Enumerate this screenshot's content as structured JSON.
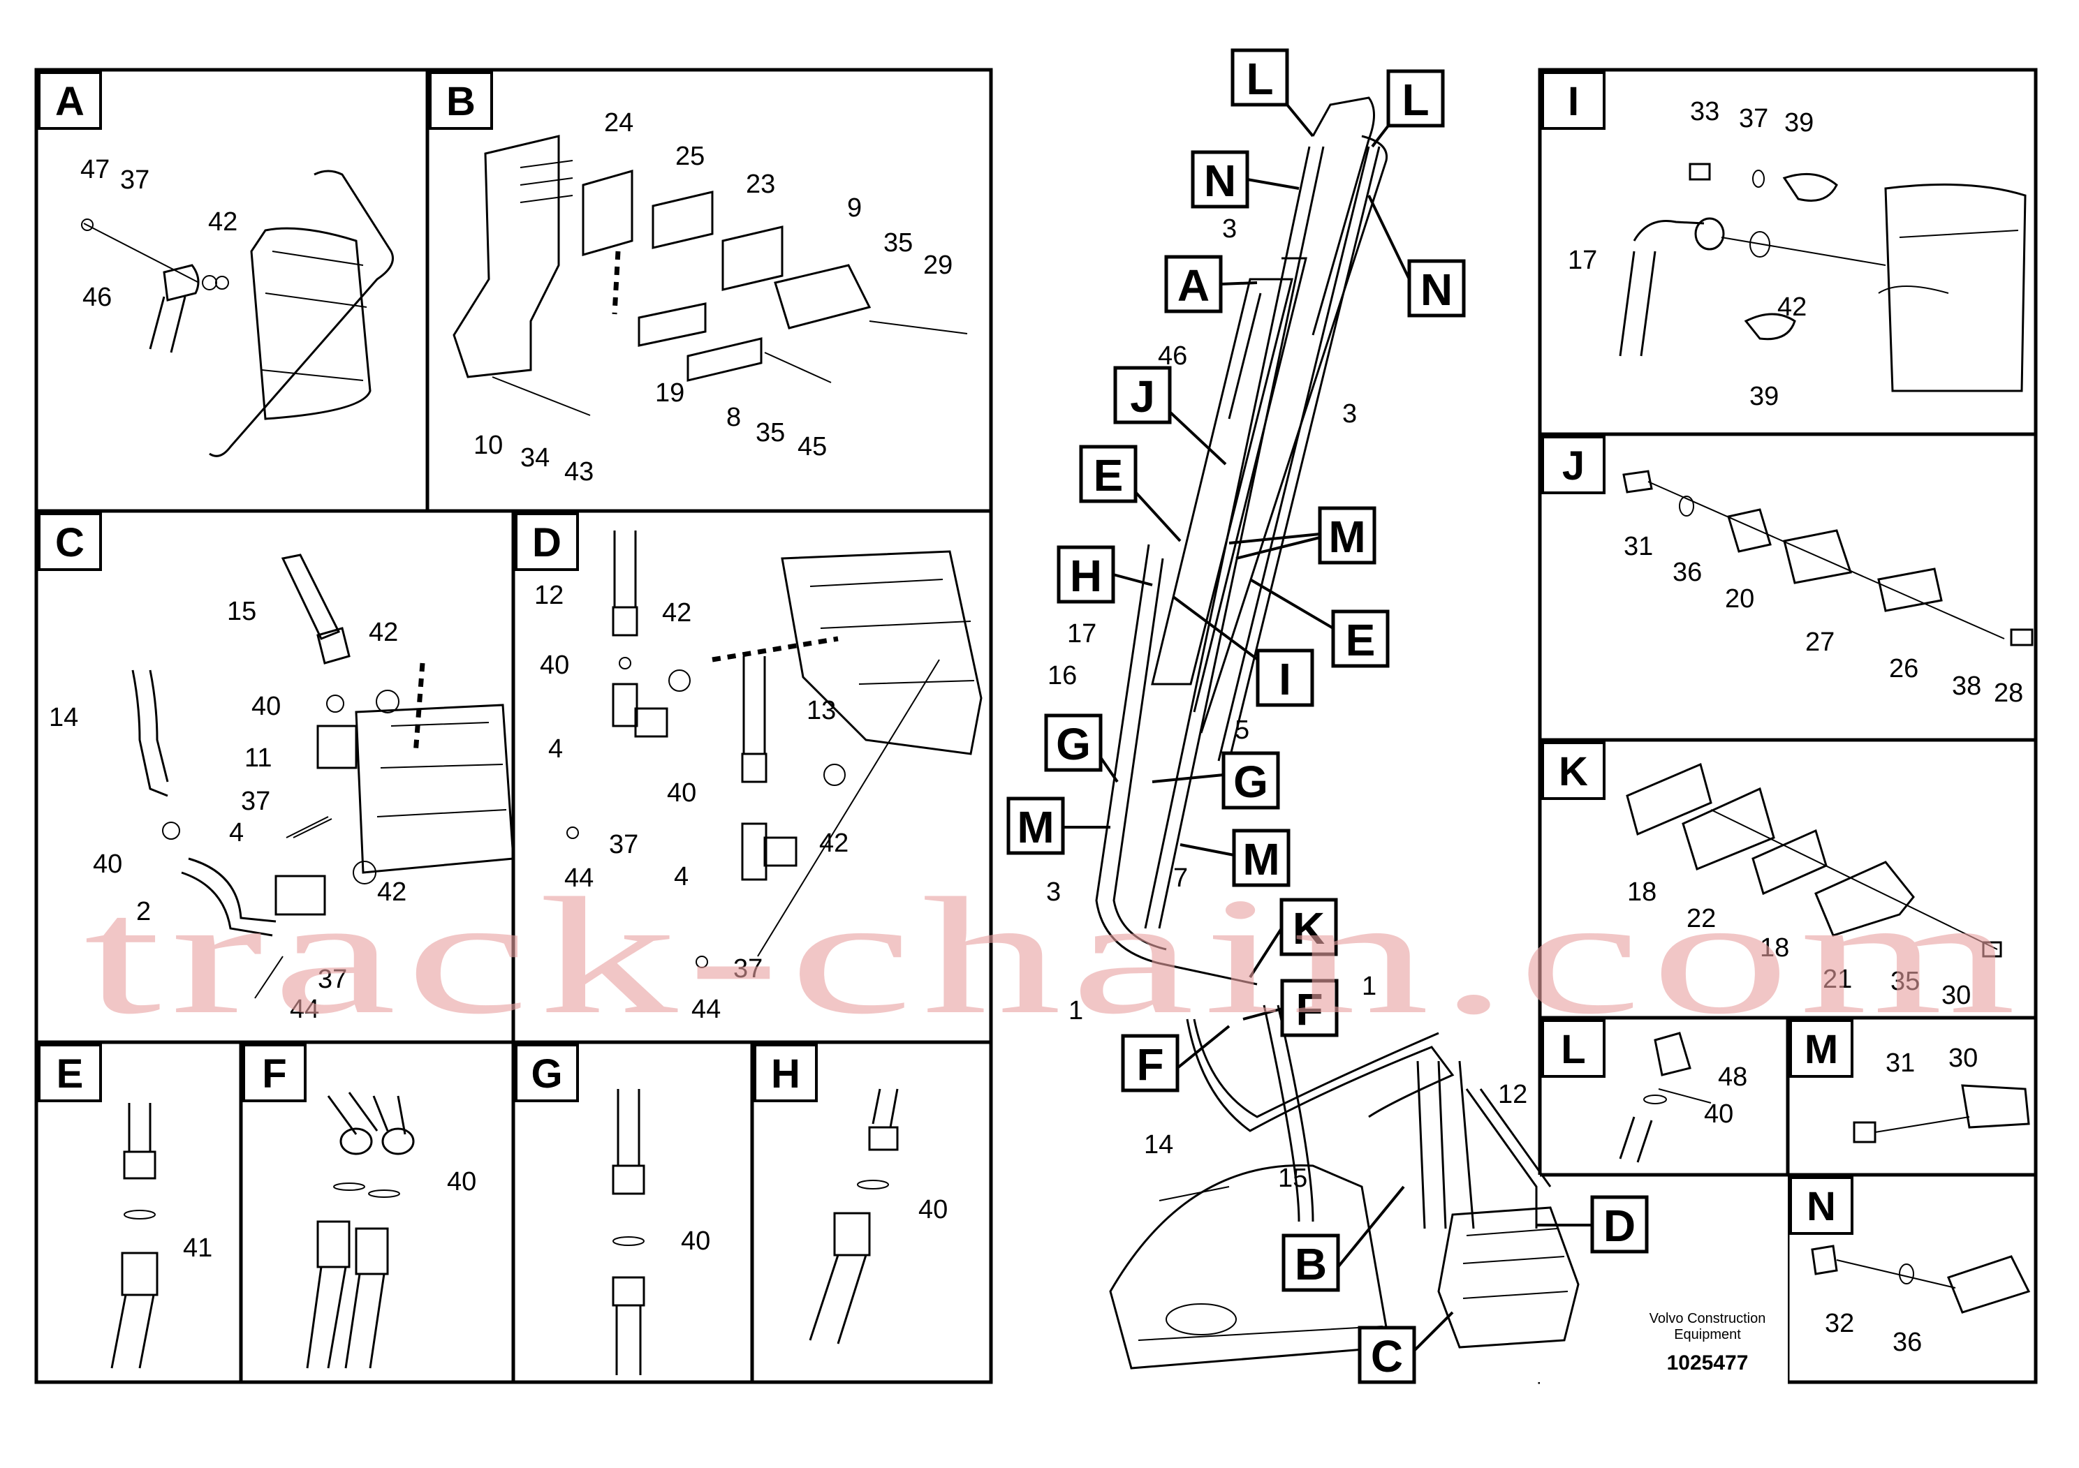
{
  "panels": {
    "A": {
      "letter": "A",
      "parts": [
        "47",
        "37",
        "42",
        "46"
      ]
    },
    "B": {
      "letter": "B",
      "parts": [
        "24",
        "25",
        "23",
        "9",
        "35",
        "29",
        "19",
        "8",
        "35",
        "45",
        "10",
        "34",
        "43"
      ]
    },
    "C": {
      "letter": "C",
      "parts": [
        "15",
        "42",
        "14",
        "40",
        "11",
        "37",
        "4",
        "40",
        "2",
        "42",
        "37",
        "44"
      ]
    },
    "D": {
      "letter": "D",
      "parts": [
        "12",
        "42",
        "40",
        "4",
        "13",
        "40",
        "42",
        "4",
        "37",
        "44",
        "37",
        "44"
      ]
    },
    "E": {
      "letter": "E",
      "parts": [
        "41"
      ]
    },
    "F": {
      "letter": "F",
      "parts": [
        "40"
      ]
    },
    "G": {
      "letter": "G",
      "parts": [
        "40"
      ]
    },
    "H": {
      "letter": "H",
      "parts": [
        "40"
      ]
    },
    "I": {
      "letter": "I",
      "parts": [
        "33",
        "37",
        "39",
        "17",
        "42",
        "39"
      ]
    },
    "J": {
      "letter": "J",
      "parts": [
        "31",
        "36",
        "20",
        "27",
        "26",
        "38",
        "28"
      ]
    },
    "K": {
      "letter": "K",
      "parts": [
        "18",
        "22",
        "18",
        "21",
        "35",
        "30"
      ]
    },
    "L": {
      "letter": "L",
      "parts": [
        "48",
        "40"
      ]
    },
    "M": {
      "letter": "M",
      "parts": [
        "31",
        "30"
      ]
    },
    "N": {
      "letter": "N",
      "parts": [
        "32",
        "36"
      ]
    }
  },
  "overview": {
    "callouts": [
      "L",
      "L",
      "N",
      "N",
      "A",
      "J",
      "E",
      "M",
      "H",
      "E",
      "I",
      "G",
      "G",
      "M",
      "M",
      "K",
      "F",
      "F",
      "D",
      "B",
      "C"
    ],
    "numbers": [
      "3",
      "46",
      "3",
      "17",
      "16",
      "5",
      "7",
      "3",
      "1",
      "1",
      "14",
      "15",
      "12"
    ]
  },
  "footer": {
    "company_line1": "Volvo Construction",
    "company_line2": "Equipment",
    "document_number": "1025477"
  },
  "watermark": "track-chain.com"
}
